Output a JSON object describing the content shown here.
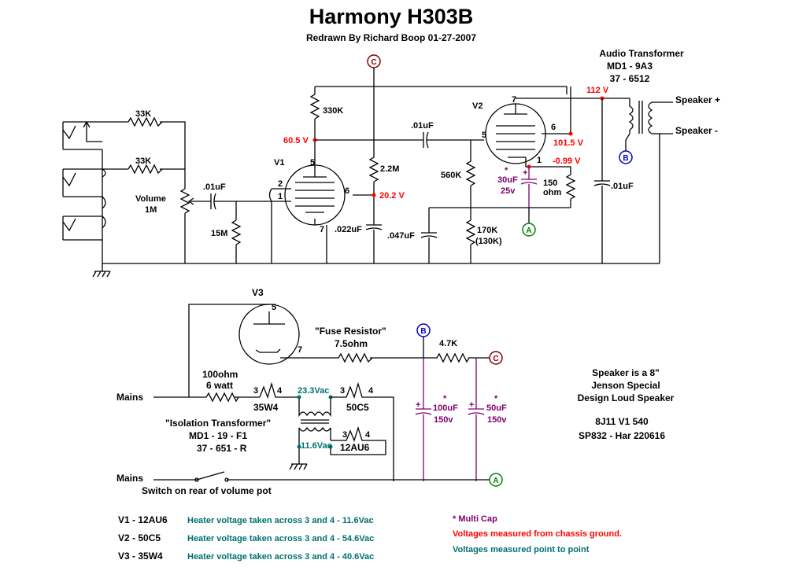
{
  "title": "Harmony H303B",
  "subtitle": "Redrawn By Richard Boop   01-27-2007",
  "audio_transformer": {
    "line1": "Audio Transformer",
    "line2": "MD1 - 9A3",
    "line3": "37 - 6512"
  },
  "speaker": {
    "plus": "Speaker +",
    "minus": "Speaker -"
  },
  "nodes": {
    "c": "C",
    "b": "B",
    "a": "A"
  },
  "tubes": {
    "v1": "V1",
    "v2": "V2",
    "v3": "V3"
  },
  "pins": {
    "p1": "1",
    "p2": "2",
    "p3": "3",
    "p4": "4",
    "p5": "5",
    "p6": "6",
    "p7": "7"
  },
  "voltages": {
    "v112": "112 V",
    "v60": "60.5 V",
    "v20": "20.2 V",
    "v101": "101.5 V",
    "v099": "-0.99 V"
  },
  "components": {
    "r33k_a": "33K",
    "r33k_b": "33K",
    "volume": "Volume",
    "volume_val": "1M",
    "c01_in": ".01uF",
    "r15m": "15M",
    "r330k": "330K",
    "c01_cpl": ".01uF",
    "r22m": "2.2M",
    "c022": ".022uF",
    "c047": ".047uF",
    "r560k": "560K",
    "r170k": "170K",
    "r170k_alt": "(130K)",
    "c30_star": "*",
    "c30": "30uF",
    "c30_v": "25v",
    "r150": "150",
    "r150_unit": "ohm",
    "c01_out": ".01uF",
    "fuse": "\"Fuse Resistor\"",
    "fuse_val": "7.5ohm",
    "r47k": "4.7K",
    "r100_a": "100ohm",
    "r100_b": "6 watt",
    "mains1": "Mains",
    "mains2": "Mains",
    "h35w4": "35W4",
    "h50c5": "50C5",
    "h12au6": "12AU6",
    "heat1": "23.3Vac",
    "heat2": "11.6Vac",
    "iso1": "\"Isolation Transformer\"",
    "iso2": "MD1 - 19 - F1",
    "iso3": "37 - 651 - R",
    "c100_star": "*",
    "c100": "100uF",
    "c100_v": "150v",
    "c50_star": "*",
    "c50": "50uF",
    "c50_v": "150v",
    "switch_note": "Switch on rear of volume pot",
    "plus": "+"
  },
  "speaker_note": [
    "Speaker is a 8\"",
    "Jenson Special",
    "Design Loud Speaker"
  ],
  "codes": [
    "8J11 V1 540",
    "SP832 - Har 220616"
  ],
  "tube_notes": [
    {
      "tube": "V1 - 12AU6",
      "note": "Heater voltage taken across 3 and 4 - 11.6Vac"
    },
    {
      "tube": "V2 - 50C5",
      "note": "Heater voltage taken across 3 and 4 - 54.6Vac"
    },
    {
      "tube": "V3 - 35W4",
      "note": "Heater voltage taken across 3 and 4 - 40.6Vac"
    }
  ],
  "legend": {
    "multi_cap": "* Multi Cap",
    "red_note": "Voltages measured from chassis ground.",
    "teal_note": "Voltages measured point to point"
  },
  "colors": {
    "voltage": "#ff0000",
    "heater": "#007070",
    "filter_cap": "#800070",
    "node_ring": "#800000",
    "b_node": "#0000cc",
    "a_node": "#008000"
  }
}
